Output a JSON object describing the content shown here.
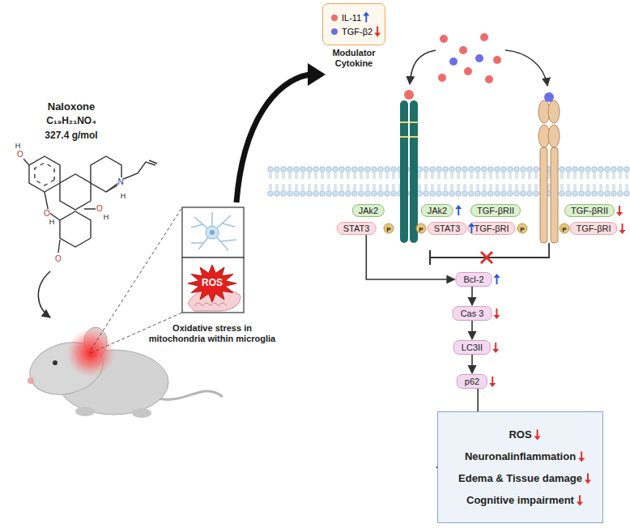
{
  "diagram": {
    "nodes": [
      {
        "text": [
          "ROS"
        ]
      },
      {
        "text": [
          "JAk2"
        ]
      },
      {
        "text": [
          "JAk2"
        ]
      },
      {
        "text": [
          "TGF-βRII"
        ]
      },
      {
        "text": [
          "TGF-βRII"
        ]
      },
      {
        "text": [
          "STAT3"
        ]
      },
      {
        "text": [
          "P"
        ]
      },
      {
        "text": [
          "P"
        ]
      },
      {
        "text": [
          "STAT3"
        ]
      },
      {
        "text": [
          "TGF-βRI"
        ]
      },
      {
        "text": [
          "P"
        ]
      },
      {
        "text": [
          "P"
        ]
      },
      {
        "text": [
          "TGF-βRI"
        ]
      },
      {
        "text": [
          "Bcl-2"
        ]
      },
      {
        "text": [
          "Cas 3"
        ]
      },
      {
        "text": [
          "LC3II"
        ]
      },
      {
        "text": [
          "p62"
        ]
      },
      {
        "text": [
          "ROS",
          "Neuronalinflammation",
          "Edema & Tissue damage",
          "Cognitive impairment"
        ]
      }
    ],
    "edges": [
      {
        "from": 5,
        "to": 13,
        "arrow": "to"
      },
      {
        "from": 13,
        "to": 14,
        "arrow": "to"
      },
      {
        "from": 14,
        "to": 15,
        "arrow": "to"
      },
      {
        "from": 15,
        "to": 16,
        "arrow": "to"
      },
      {
        "from": 16,
        "to": 17,
        "arrow": "to"
      }
    ],
    "labels": [
      "Naloxone",
      "C₁₉H₂₁NO₄",
      "327.4 g/mol",
      "Modulator Cytokine",
      "Oxidative stress in mitochondria within microglia",
      "O",
      "H",
      "O",
      "H",
      "H",
      "N",
      "O",
      "H",
      "O"
    ],
    "legend": [
      {
        "text": "IL-11",
        "color": "#ef6b6b"
      },
      {
        "text": "TGF-β2",
        "color": "#6b6fe8"
      }
    ]
  }
}
